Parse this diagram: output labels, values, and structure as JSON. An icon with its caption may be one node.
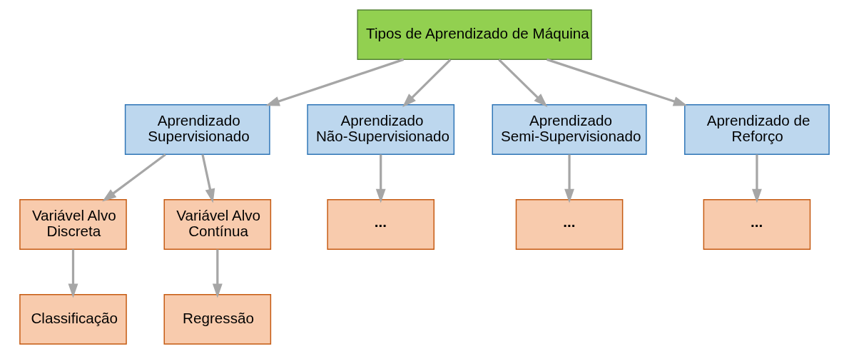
{
  "diagram": {
    "nodes": [
      {
        "text": [
          "Tipos de Aprendizado de Máquina"
        ]
      },
      {
        "text": [
          "Aprendizado Supervisionado"
        ]
      },
      {
        "text": [
          "Aprendizado Não-Supervisionado"
        ]
      },
      {
        "text": [
          "Aprendizado Semi-Supervisionado"
        ]
      },
      {
        "text": [
          "Aprendizado de Reforço"
        ]
      },
      {
        "text": [
          "Variável Alvo Discreta"
        ]
      },
      {
        "text": [
          "Variável Alvo Contínua"
        ]
      },
      {
        "text": [
          "..."
        ]
      },
      {
        "text": [
          "..."
        ]
      },
      {
        "text": [
          "..."
        ]
      },
      {
        "text": [
          "Classificação"
        ]
      },
      {
        "text": [
          "Regressão"
        ]
      }
    ],
    "edges": [
      {
        "from": 0,
        "to": 1,
        "arrow": "to"
      },
      {
        "from": 0,
        "to": 2,
        "arrow": "to"
      },
      {
        "from": 0,
        "to": 3,
        "arrow": "to"
      },
      {
        "from": 0,
        "to": 4,
        "arrow": "to"
      },
      {
        "from": 1,
        "to": 5,
        "arrow": "to"
      },
      {
        "from": 1,
        "to": 6,
        "arrow": "to"
      },
      {
        "from": 2,
        "to": 7,
        "arrow": "to"
      },
      {
        "from": 3,
        "to": 8,
        "arrow": "to"
      },
      {
        "from": 4,
        "to": 9,
        "arrow": "to"
      },
      {
        "from": 5,
        "to": 10,
        "arrow": "to"
      },
      {
        "from": 6,
        "to": 11,
        "arrow": "to"
      }
    ]
  }
}
